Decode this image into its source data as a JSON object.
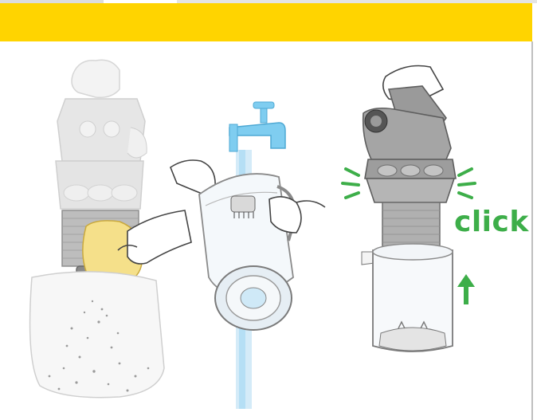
{
  "header": {
    "band_color": "#ffd400"
  },
  "steps": [
    {
      "name": "wipe-cyclone",
      "illustration": "hand-wiping-cyclone-shroud-over-bag"
    },
    {
      "name": "rinse-bin",
      "illustration": "washing-clear-bin-under-tap"
    },
    {
      "name": "reattach-bin",
      "illustration": "cyclone-clicked-onto-clear-bin"
    }
  ],
  "click_text": "click",
  "colors": {
    "accent_green": "#3dae49",
    "water_blue": "#7fcdf0",
    "machine_grey": "#8c8c8c",
    "cloth_yellow": "#f5e08a"
  },
  "icons": [
    "tap-icon",
    "up-arrow-icon",
    "click-burst-icon"
  ]
}
